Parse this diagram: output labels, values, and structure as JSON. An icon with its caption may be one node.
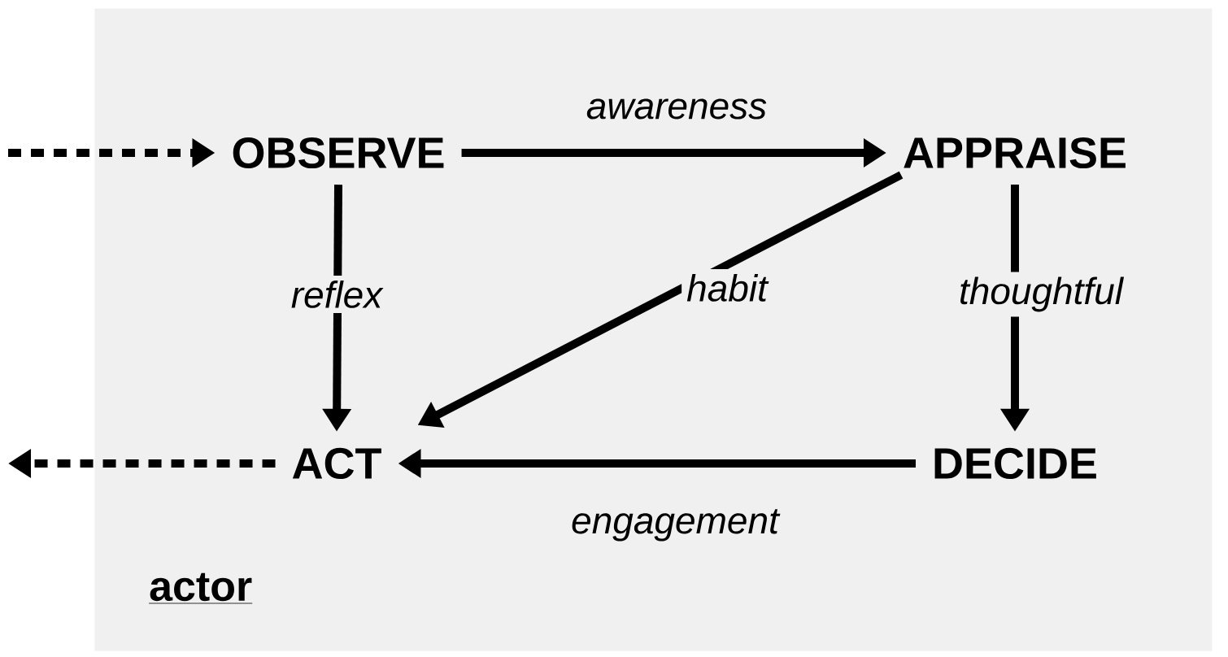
{
  "diagram": {
    "nodes": [
      {
        "text": [
          "actor"
        ]
      },
      {
        "text": [
          "OBSERVE"
        ],
        "in": 0
      },
      {
        "text": [
          "APPRAISE"
        ],
        "in": 0
      },
      {
        "text": [
          "ACT"
        ],
        "in": 0
      },
      {
        "text": [
          "DECIDE"
        ],
        "in": 0
      }
    ],
    "edges": [
      {
        "from": null,
        "to": 1,
        "arrow": "to",
        "style": "dashed"
      },
      {
        "from": 1,
        "to": 2,
        "arrow": "to",
        "label": "awareness"
      },
      {
        "from": 1,
        "to": 3,
        "arrow": "to",
        "label": "reflex"
      },
      {
        "from": 2,
        "to": 3,
        "arrow": "to",
        "label": "habit"
      },
      {
        "from": 2,
        "to": 4,
        "arrow": "to",
        "label": "thoughtful"
      },
      {
        "from": 4,
        "to": 3,
        "arrow": "to",
        "label": "engagement"
      },
      {
        "from": 3,
        "to": null,
        "arrow": "to",
        "style": "dashed"
      }
    ]
  }
}
